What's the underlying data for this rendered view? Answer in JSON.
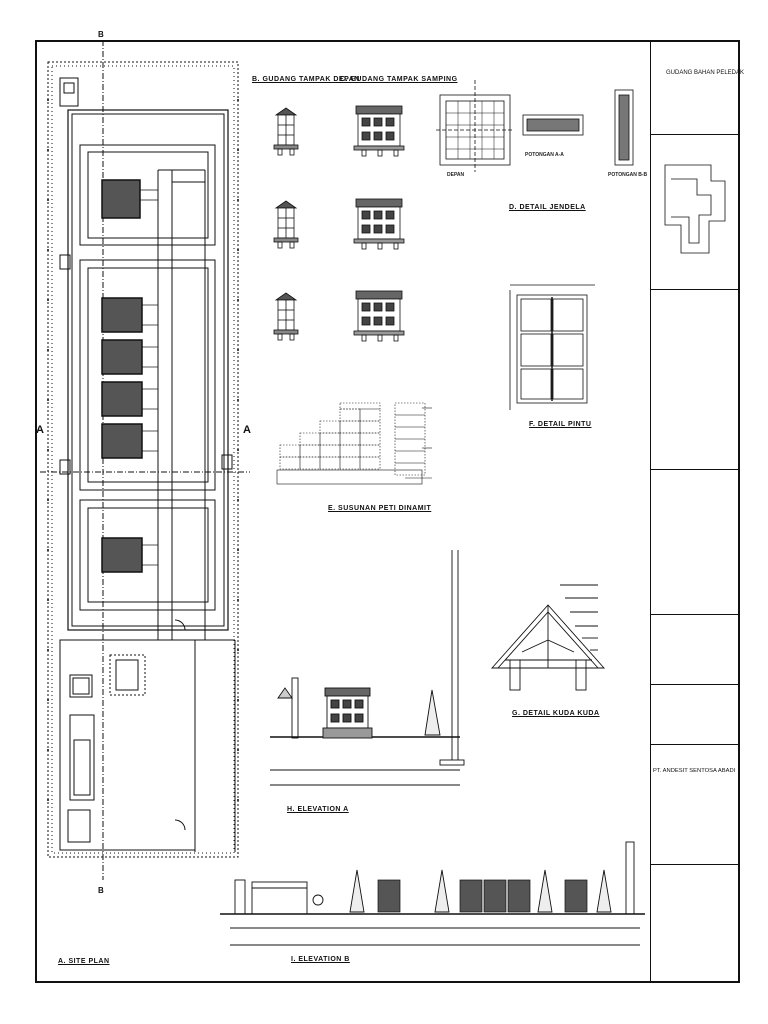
{
  "sheet": {
    "drawings": {
      "site_plan": "A. SITE PLAN",
      "gudang_depan": "B. GUDANG TAMPAK DEPAN",
      "gudang_samping": "C. GUDANG TAMPAK SAMPING",
      "jendela": "D. DETAIL JENDELA",
      "susunan": "E. SUSUNAN PETI DINAMIT",
      "pintu": "F. DETAIL PINTU",
      "kuda_kuda": "G. DETAIL KUDA KUDA",
      "elevation_a": "H. ELEVATION  A",
      "elevation_b": "I. ELEVATION  B"
    },
    "jendela_sections": {
      "depan": "DEPAN",
      "potongan_aa": "POTONGAN A-A",
      "potongan_bb": "POTONGAN B-B"
    },
    "section_markers": {
      "a": "A",
      "b": "B"
    }
  },
  "titleblock": {
    "project_title": "GUDANG BAHAN PELEDAK",
    "company_name": "PT. ANDESIT SENTOSA ABADI"
  },
  "colors": {
    "line": "#111111",
    "fill_dark": "#444444",
    "fill_mid": "#888888",
    "paper": "#ffffff"
  }
}
